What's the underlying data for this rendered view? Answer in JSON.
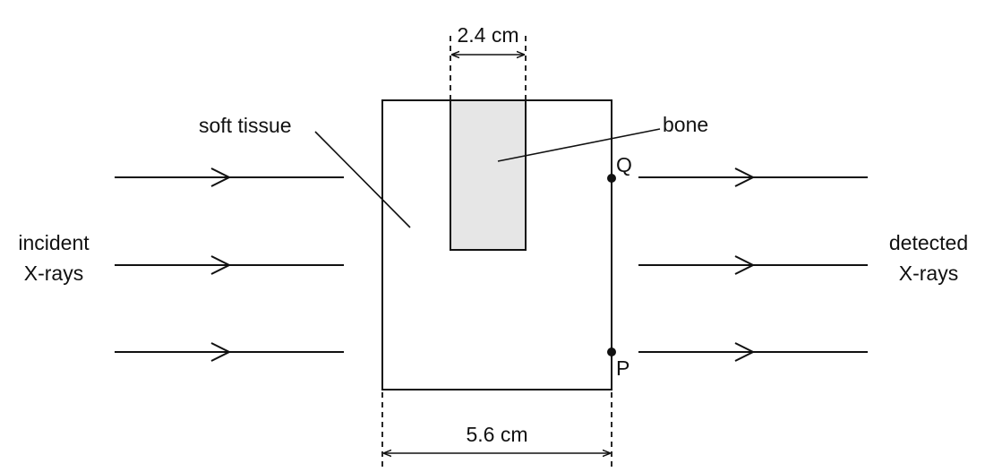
{
  "labels": {
    "bone_width": "2.4 cm",
    "soft_tissue": "soft tissue",
    "bone": "bone",
    "point_q": "Q",
    "point_p": "P",
    "incident_line1": "incident",
    "incident_line2": "X-rays",
    "detected_line1": "detected",
    "detected_line2": "X-rays",
    "tissue_width": "5.6 cm"
  },
  "colors": {
    "bone_fill": "#e6e6e6",
    "stroke": "#111111"
  }
}
